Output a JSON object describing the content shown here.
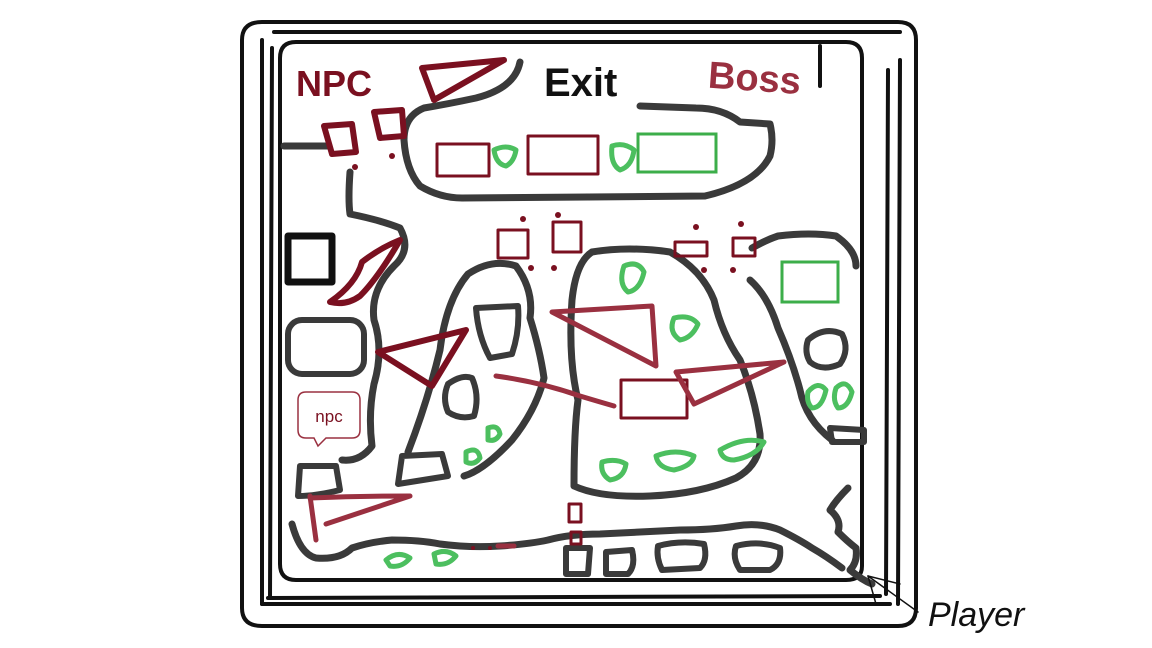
{
  "labels": {
    "npc_top": "NPC",
    "exit": "Exit",
    "boss": "Boss",
    "npc_bubble": "npc",
    "player": "Player"
  },
  "colors": {
    "wall": "#3a3a3a",
    "frame": "#111111",
    "enemy": "#7a1020",
    "enemy_light": "#9a3040",
    "loot": "#4cbf5f",
    "loot_box": "#3cae4a",
    "ink": "#111111"
  }
}
